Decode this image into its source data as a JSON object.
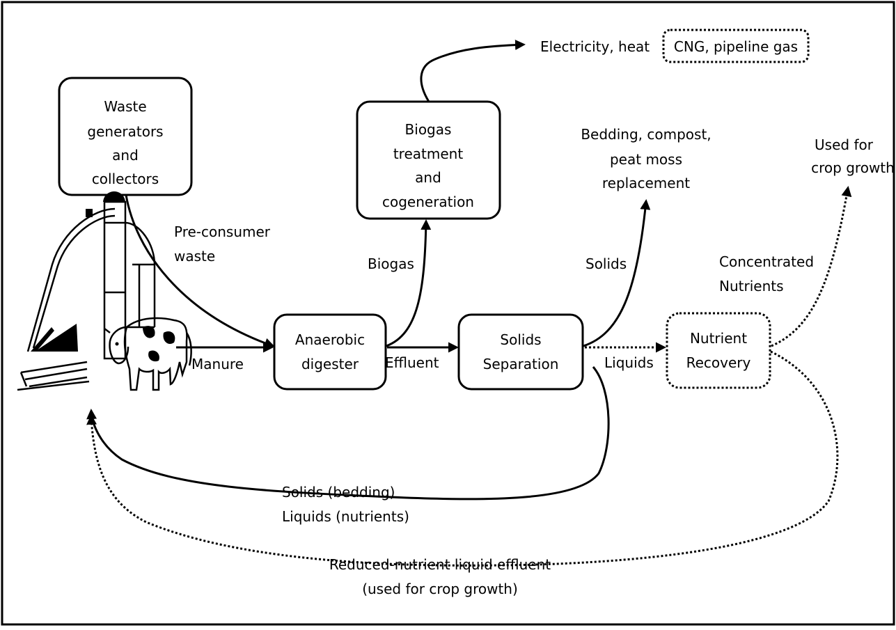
{
  "nodes": {
    "waste_generators": [
      "Waste",
      "generators",
      "and",
      "collectors"
    ],
    "biogas_treatment": [
      "Biogas",
      "treatment",
      "and",
      "cogeneration"
    ],
    "anaerobic_digester": [
      "Anaerobic",
      "digester"
    ],
    "solids_separation": [
      "Solids",
      "Separation"
    ],
    "nutrient_recovery": [
      "Nutrient",
      "Recovery"
    ],
    "cng_pipeline_gas": "CNG, pipeline gas"
  },
  "labels": {
    "electricity_heat": "Electricity, heat",
    "bedding_compost": [
      "Bedding, compost,",
      "peat moss",
      "replacement"
    ],
    "used_for_crop": [
      "Used for",
      "crop growth"
    ],
    "pre_consumer": [
      "Pre-consumer",
      "waste"
    ],
    "biogas": "Biogas",
    "solids": "Solids",
    "concentrated_nutrients": [
      "Concentrated",
      "Nutrients"
    ],
    "manure": "Manure",
    "effluent": "Effluent",
    "liquids": "Liquids",
    "solids_bedding": "Solids (bedding)",
    "liquids_nutrients": "Liquids (nutrients)",
    "reduced_nutrient": [
      "Reduced-nutrient liquid effluent",
      "(used for crop growth)"
    ]
  },
  "icons": [
    "barn-icon",
    "cow-icon",
    "silo-icon"
  ]
}
